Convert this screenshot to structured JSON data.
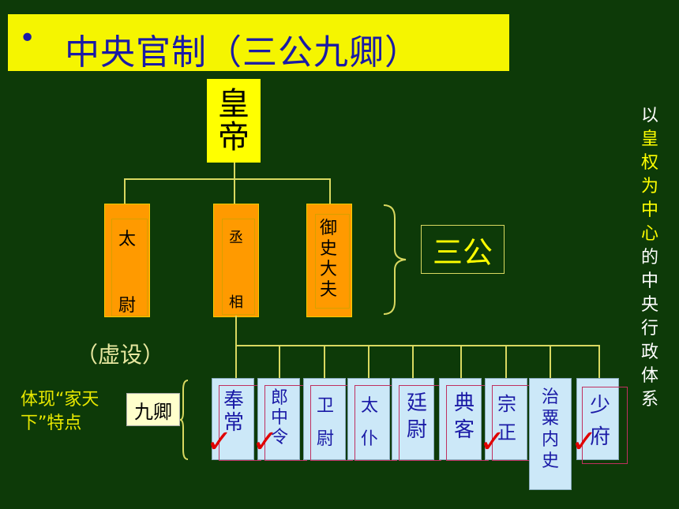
{
  "title": {
    "bullet": "•",
    "text": "中央官制（三公九卿）"
  },
  "emperor": {
    "line1": "皇",
    "line2": "帝"
  },
  "san_gong": {
    "label": "三公",
    "officials": [
      {
        "text_top": "太",
        "text_bottom": "尉"
      },
      {
        "text_top": "丞",
        "text_bottom": "相"
      },
      {
        "text_top": "御史大夫",
        "text_bottom": ""
      }
    ]
  },
  "xu_she": "（虚设）",
  "tixian": "体现“家天下”特点",
  "jiu_qing": {
    "label": "九卿",
    "ministers": [
      {
        "text": "奉常",
        "checked": true
      },
      {
        "text": "郎中令",
        "checked": true
      },
      {
        "text": "卫尉",
        "checked": false
      },
      {
        "text": "太仆",
        "checked": false
      },
      {
        "text": "廷尉",
        "checked": false
      },
      {
        "text": "典客",
        "checked": false
      },
      {
        "text": "宗正",
        "checked": true
      },
      {
        "text": "治粟内史",
        "checked": false
      },
      {
        "text": "少府",
        "checked": true
      }
    ]
  },
  "side_text": {
    "part1": "以",
    "highlight": "皇权为中心",
    "part2": "的中央行政体系"
  },
  "check_mark": "✓",
  "colors": {
    "background": "#0d3a08",
    "title_bar": "#f5f500",
    "title_text": "#1a1aa6",
    "san_gong_box": "#ff9a00",
    "minister_box": "#cce8f8",
    "highlight_text": "#ffff00",
    "check": "#e00000"
  }
}
